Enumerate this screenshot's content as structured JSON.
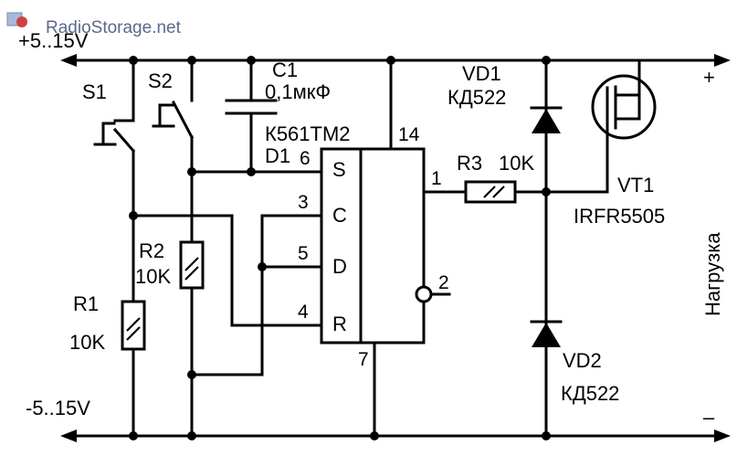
{
  "watermark": "RadioStorage.net",
  "rails": {
    "top": "+5..15V",
    "bottom": "-5..15V",
    "plus": "+",
    "minus": "–"
  },
  "switches": {
    "s1": "S1",
    "s2": "S2"
  },
  "capacitor": {
    "name": "C1",
    "value": "0,1мкФ"
  },
  "ic": {
    "type": "К561ТМ2",
    "ref": "D1",
    "pins": {
      "s": "S",
      "c": "C",
      "d": "D",
      "r": "R"
    },
    "pin_numbers": {
      "p6": "6",
      "p3": "3",
      "p5": "5",
      "p4": "4",
      "p14": "14",
      "p1": "1",
      "p2": "2",
      "p7": "7"
    }
  },
  "resistors": {
    "r1": {
      "name": "R1",
      "value": "10K"
    },
    "r2": {
      "name": "R2",
      "value": "10K"
    },
    "r3": {
      "name": "R3",
      "value": "10K"
    }
  },
  "diodes": {
    "vd1": {
      "name": "VD1",
      "type": "КД522"
    },
    "vd2": {
      "name": "VD2",
      "type": "КД522"
    }
  },
  "transistor": {
    "name": "VT1",
    "type": "IRFR5505"
  },
  "load": "Нагрузка"
}
